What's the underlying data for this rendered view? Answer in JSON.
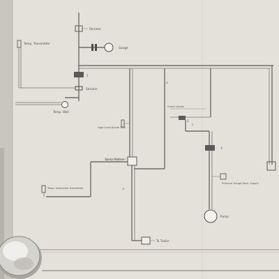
{
  "labels": {
    "strainer_top": "Strainer",
    "gauge": "Gauge",
    "temp_transmitter": "Temp. Transmitter",
    "strainer_mid": "Strainer",
    "temp_well": "Temp. Well",
    "1": "1",
    "2": "2",
    "3": "3",
    "check_valves": "Check Valves",
    "high_limit": "High Limit Divide Tank",
    "spray_station": "Spray Station",
    "temp_transmitter_low": "Temp. Switch/Sw Transmitter",
    "pressure_gauge": "Pressure Gauge Dept. Supply",
    "pump": "Pump",
    "to_trailer": "To Trailer",
    "mark_e": "E",
    "mark_d": "D",
    "mark_c": "C"
  },
  "colors": {
    "paper": "#e6e3dc",
    "ink": "#6f6c66",
    "valve": "#4a4a4a"
  }
}
